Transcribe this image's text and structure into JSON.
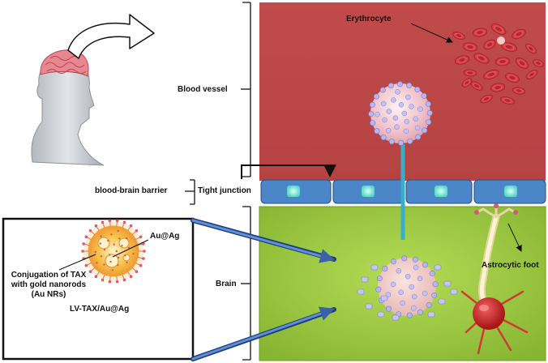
{
  "labels": {
    "erythrocyte": "Erythrocyte",
    "blood_vessel": "Blood vessel",
    "blood_brain_barrier": "blood-brain barrier",
    "tight_junction": "Tight junction",
    "brain": "Brain",
    "astrocytic_foot": "Astrocytic foot",
    "au_ag": "Au@Ag",
    "conjugation_line1": "Conjugation of TAX",
    "conjugation_line2": "with gold nanorods",
    "conjugation_line3": "(Au NRs)",
    "lv_tax": "LV-TAX/Au@Ag"
  },
  "colors": {
    "blood_vessel_fill": "#c2504f",
    "brain_fill": "#9fcc3c",
    "barrier_cell": "#4a86c8",
    "junction_glow": "#8ff5e6",
    "transport_line": "#3aaec8",
    "arrow_blue": "#3a62a8",
    "nanoparticle": "#f2c4cc",
    "ligand": "#b7b7f0",
    "rbc": "#d8323a",
    "neuron": "#c8282c",
    "process": "#f0e6b4",
    "au_core": "#f3a33b"
  },
  "icons": {
    "head": "human-head-brain-icon",
    "curved_arrow": "curved-arrow-icon"
  }
}
